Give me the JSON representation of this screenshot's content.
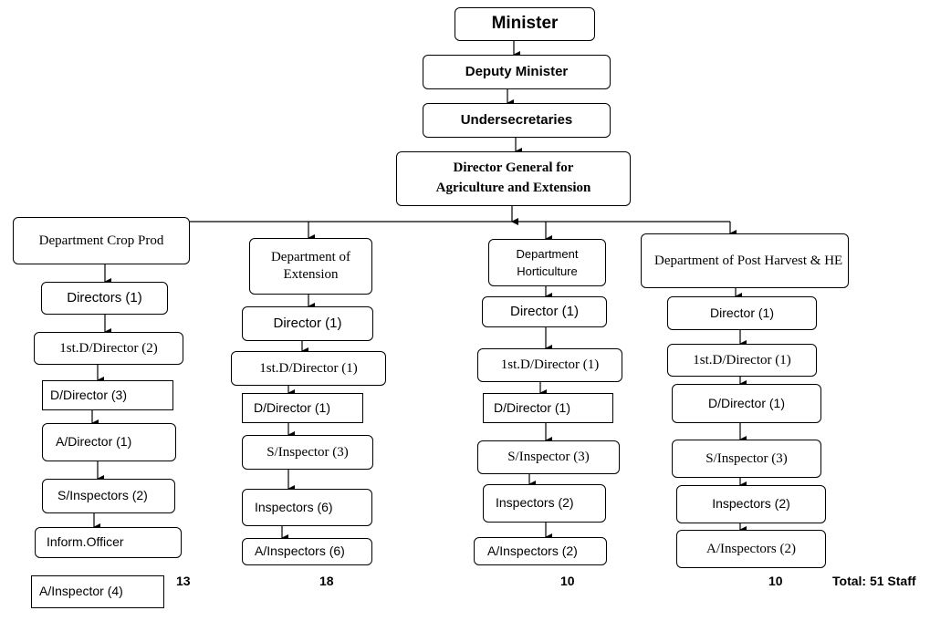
{
  "top": {
    "minister": "Minister",
    "deputy": "Deputy Minister",
    "under": "Undersecretaries",
    "dg": "Director General for Agriculture and Extension"
  },
  "departments": [
    {
      "name": "Department Crop Prod",
      "roles": [
        "Directors (1)",
        "1st.D/Director (2)",
        "D/Director (3)",
        "A/Director (1)",
        "S/Inspectors (2)",
        "Inform.Officer",
        "A/Inspector (4)"
      ],
      "total": "13"
    },
    {
      "name": "Department of Extension",
      "roles": [
        "Director (1)",
        "1st.D/Director (1)",
        "D/Director (1)",
        "S/Inspector (3)",
        "Inspectors (6)",
        "A/Inspectors (6)"
      ],
      "total": "18"
    },
    {
      "name": "Department Horticulture",
      "roles": [
        "Director (1)",
        "1st.D/Director (1)",
        "D/Director (1)",
        "S/Inspector (3)",
        "Inspectors (2)",
        "A/Inspectors (2)"
      ],
      "total": "10"
    },
    {
      "name": "Department of Post Harvest & HE",
      "roles": [
        "Director (1)",
        "1st.D/Director (1)",
        "D/Director (1)",
        "S/Inspector (3)",
        "Inspectors (2)",
        "A/Inspectors (2)"
      ],
      "total": "10"
    }
  ],
  "grand_total": "Total: 51 Staff"
}
